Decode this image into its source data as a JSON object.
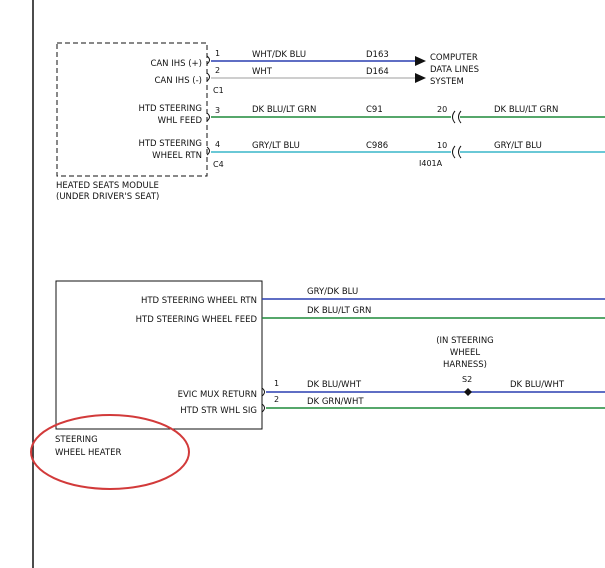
{
  "heated_seats_module": {
    "name_line1": "HEATED SEATS MODULE",
    "name_line2": "(UNDER DRIVER'S SEAT)",
    "pins": [
      {
        "label": "CAN IHS (+)",
        "pin": "1"
      },
      {
        "label": "CAN IHS (-)",
        "pin": "2"
      },
      {
        "label_line1": "HTD STEERING",
        "label_line2": "WHL FEED",
        "pin": "3"
      },
      {
        "label_line1": "HTD STEERING",
        "label_line2": "WHEEL RTN",
        "pin": "4"
      }
    ],
    "connector_1": "C1",
    "connector_2": "C4"
  },
  "wires_top": [
    {
      "color_code": "WHT/DK BLU",
      "circuit": "D163"
    },
    {
      "color_code": "WHT",
      "circuit": "D164"
    },
    {
      "color_code": "DK BLU/LT GRN",
      "circuit": "C91",
      "pin": "20",
      "color_code_right": "DK BLU/LT GRN"
    },
    {
      "color_code": "GRY/LT BLU",
      "circuit": "C986",
      "pin": "10",
      "color_code_right": "GRY/LT BLU"
    }
  ],
  "inline_connector": "I401A",
  "computer_data_lines": {
    "line1": "COMPUTER",
    "line2": "DATA LINES",
    "line3": "SYSTEM"
  },
  "steering_wheel_heater": {
    "name_line1": "STEERING",
    "name_line2": "WHEEL HEATER",
    "label_rtn": "HTD STEERING WHEEL RTN",
    "label_feed": "HTD STEERING WHEEL FEED",
    "label_evic": "EVIC MUX RETURN",
    "label_sig": "HTD STR WHL SIG",
    "pin_evic": "1",
    "pin_sig": "2"
  },
  "wires_bottom": [
    {
      "color_code": "GRY/DK BLU"
    },
    {
      "color_code": "DK BLU/LT GRN"
    },
    {
      "color_code": "DK BLU/WHT",
      "color_code_right": "DK BLU/WHT"
    },
    {
      "color_code": "DK GRN/WHT"
    }
  ],
  "splice": {
    "name": "S2",
    "note_line1": "(IN STEERING",
    "note_line2": "WHEEL",
    "note_line3": "HARNESS)"
  },
  "colors": {
    "wire_blue": "#2a3fb0",
    "wire_green": "#1f8a3a",
    "wire_cyan": "#38b6c8",
    "wire_gray": "#bdbdbd",
    "highlight_circle": "#d23a3a"
  }
}
